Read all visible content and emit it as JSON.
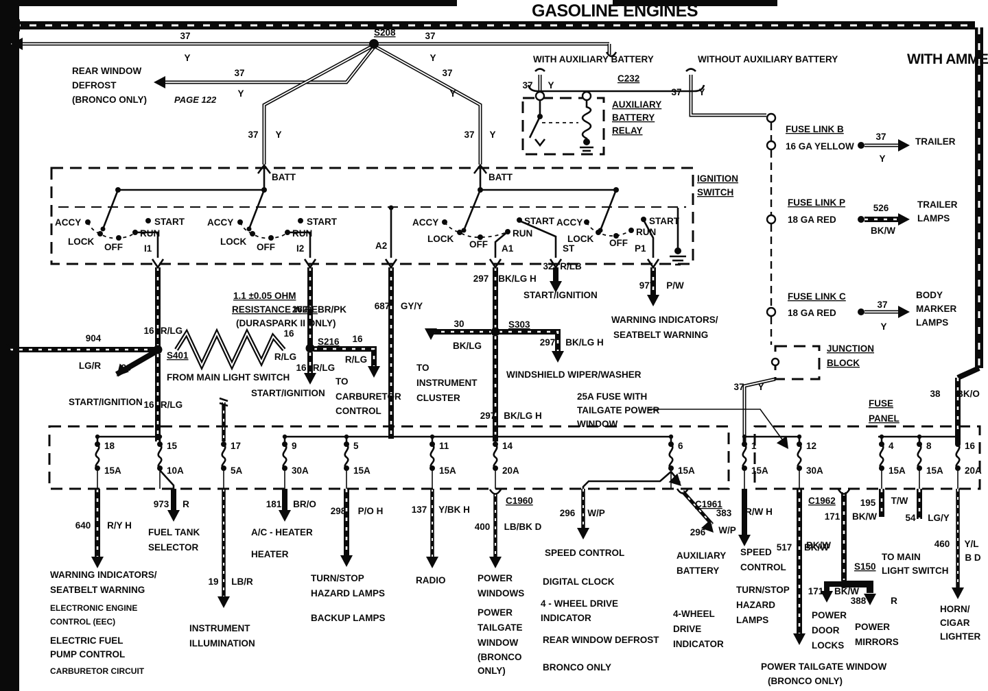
{
  "header": {
    "title": "GASOLINE ENGINES",
    "variant": "WITH AMMETER"
  },
  "notes": {
    "rear_window": [
      "REAR WINDOW",
      "DEFROST",
      "(BRONCO ONLY)"
    ],
    "page_ref": "PAGE 122",
    "with_aux": "WITH AUXILIARY BATTERY",
    "without_aux": "WITHOUT AUXILIARY BATTERY",
    "relay": [
      "AUXILIARY",
      "BATTERY",
      "RELAY"
    ],
    "resistance": [
      "1.1 ±0.05 OHM",
      "RESISTANCE WIRE",
      "(DURASPARK II ONLY)"
    ],
    "from_main_light_switch": "FROM MAIN LIGHT SWITCH",
    "fuse_callout": [
      "25A FUSE WITH",
      "TAILGATE POWER",
      "WINDOW"
    ],
    "junction_block": [
      "JUNCTION",
      "BLOCK"
    ],
    "fuse_panel": [
      "FUSE",
      "PANEL"
    ]
  },
  "splices": {
    "s208": "S208",
    "s401": "S401",
    "s216": "S216",
    "s303": "S303",
    "s150": "S150"
  },
  "connectors": {
    "c232": "C232",
    "c1960": "C1960",
    "c1961": "C1961",
    "c1962": "C1962"
  },
  "ignition_switch": {
    "label": [
      "IGNITION",
      "SWITCH"
    ],
    "batt": "BATT",
    "positions": [
      "ACCY",
      "LOCK",
      "OFF",
      "RUN",
      "START"
    ],
    "terminals": [
      "I1",
      "I2",
      "A2",
      "A1",
      "ST",
      "P1"
    ]
  },
  "fuse_links": {
    "b": {
      "name": "FUSE LINK B",
      "gauge": "16 GA YELLOW",
      "dest": [
        "TRAILER"
      ]
    },
    "p": {
      "name": "FUSE LINK P",
      "gauge": "18 GA RED",
      "dest": [
        "TRAILER",
        "LAMPS"
      ]
    },
    "c": {
      "name": "FUSE LINK C",
      "gauge": "18 GA RED",
      "dest": [
        "BODY",
        "MARKER",
        "LAMPS"
      ]
    }
  },
  "fuses": [
    {
      "id": "18",
      "amp": "15A"
    },
    {
      "id": "15",
      "amp": "10A"
    },
    {
      "id": "17",
      "amp": "5A"
    },
    {
      "id": "9",
      "amp": "30A"
    },
    {
      "id": "5",
      "amp": "15A"
    },
    {
      "id": "11",
      "amp": "15A"
    },
    {
      "id": "14",
      "amp": "20A"
    },
    {
      "id": "6",
      "amp": "15A"
    },
    {
      "id": "1",
      "amp": "15A"
    },
    {
      "id": "12",
      "amp": "30A"
    },
    {
      "id": "4",
      "amp": "15A"
    },
    {
      "id": "8",
      "amp": "15A"
    },
    {
      "id": "16",
      "amp": "20A"
    }
  ],
  "wire_labels": [
    {
      "num": "37",
      "color": "Y"
    },
    {
      "num": "37",
      "color": "Y"
    },
    {
      "num": "37",
      "color": "Y"
    },
    {
      "num": "37",
      "color": "Y"
    },
    {
      "num": "37",
      "color": "Y"
    },
    {
      "num": "37",
      "color": "Y"
    },
    {
      "num": "37",
      "color": "Y"
    },
    {
      "num": "37",
      "color": "Y"
    },
    {
      "num": "37",
      "color": "Y"
    },
    {
      "num": "526",
      "color": "BK/W"
    },
    {
      "num": "37",
      "color": "Y"
    },
    {
      "num": "37",
      "color": "Y"
    },
    {
      "num": "38",
      "color": "BK/O"
    },
    {
      "num": "16",
      "color": "R/LG"
    },
    {
      "num": "904",
      "color": "LG/R"
    },
    {
      "num": "20",
      "color": ""
    },
    {
      "num": "16",
      "color": "R/LG"
    },
    {
      "num": "16",
      "color": "R/LG"
    },
    {
      "num": "262",
      "color": "BR/PK"
    },
    {
      "num": "16",
      "color": "R/LG"
    },
    {
      "num": "16",
      "color": "R/LG"
    },
    {
      "num": "687",
      "color": "GY/Y"
    },
    {
      "num": "297",
      "color": "BK/LG H"
    },
    {
      "num": "30",
      "color": "BK/LG"
    },
    {
      "num": "297",
      "color": "BK/LG H"
    },
    {
      "num": "297",
      "color": "BK/LG H"
    },
    {
      "num": "32",
      "color": "R/LB"
    },
    {
      "num": "977",
      "color": "P/W"
    },
    {
      "num": "640",
      "color": "R/Y H"
    },
    {
      "num": "973",
      "color": "R"
    },
    {
      "num": "19",
      "color": "LB/R"
    },
    {
      "num": "181",
      "color": "BR/O"
    },
    {
      "num": "298",
      "color": "P/O H"
    },
    {
      "num": "137",
      "color": "Y/BK H"
    },
    {
      "num": "400",
      "color": "LB/BK D"
    },
    {
      "num": "296",
      "color": "W/P"
    },
    {
      "num": "296",
      "color": "W/P"
    },
    {
      "num": "383",
      "color": "R/W H"
    },
    {
      "num": "517",
      "color": "BK/W"
    },
    {
      "num": "171",
      "color": "BK/W"
    },
    {
      "num": "BK/W",
      "color": ""
    },
    {
      "num": "171",
      "color": "BK/W"
    },
    {
      "num": "388",
      "color": "R"
    },
    {
      "num": "195",
      "color": "T/W"
    },
    {
      "num": "54",
      "color": "LG/Y"
    },
    {
      "num": "460",
      "color": "Y/L"
    },
    {
      "num": "B D",
      "color": ""
    }
  ],
  "destinations": {
    "start_ignition": "START/IGNITION",
    "warning_seatbelt": [
      "WARNING INDICATORS/",
      "SEATBELT WARNING"
    ],
    "to_carburetor": [
      "TO",
      "CARBURETOR",
      "CONTROL"
    ],
    "to_instrument_cluster": [
      "TO",
      "INSTRUMENT",
      "CLUSTER"
    ],
    "windshield": "WINDSHIELD WIPER/WASHER",
    "eec": [
      "ELECTRONIC ENGINE",
      "CONTROL (EEC)"
    ],
    "fuel_pump": [
      "ELECTRIC FUEL",
      "PUMP CONTROL"
    ],
    "carb_circuit": "CARBURETOR CIRCUIT",
    "fuel_tank": [
      "FUEL TANK",
      "SELECTOR"
    ],
    "instrument_illumination": [
      "INSTRUMENT",
      "ILLUMINATION"
    ],
    "ac_heater": "A/C - HEATER",
    "heater": "HEATER",
    "turn_stop": [
      "TURN/STOP",
      "HAZARD LAMPS"
    ],
    "backup": "BACKUP LAMPS",
    "radio": "RADIO",
    "power_windows": [
      "POWER",
      "WINDOWS"
    ],
    "power_tailgate": [
      "POWER",
      "TAILGATE",
      "WINDOW",
      "(BRONCO",
      "ONLY)"
    ],
    "speed_control": "SPEED CONTROL",
    "digital_clock": "DIGITAL CLOCK",
    "fwd_indicator": [
      "4 - WHEEL DRIVE",
      "INDICATOR"
    ],
    "rear_defrost": "REAR WINDOW DEFROST",
    "bronco_only": "BRONCO ONLY",
    "aux_battery": [
      "AUXILIARY",
      "BATTERY"
    ],
    "fwd_indicator2": [
      "4-WHEEL",
      "DRIVE",
      "INDICATOR"
    ],
    "speed_control2": [
      "SPEED",
      "CONTROL"
    ],
    "turn_stop2": [
      "TURN/STOP",
      "HAZARD",
      "LAMPS"
    ],
    "power_tailgate2": [
      "POWER TAILGATE WINDOW",
      "(BRONCO ONLY)"
    ],
    "power_door_locks": [
      "POWER",
      "DOOR",
      "LOCKS"
    ],
    "power_mirrors": [
      "POWER",
      "MIRRORS"
    ],
    "to_main_light": [
      "TO MAIN",
      "LIGHT SWITCH"
    ],
    "horn_cigar": [
      "HORN/",
      "CIGAR",
      "LIGHTER"
    ]
  }
}
